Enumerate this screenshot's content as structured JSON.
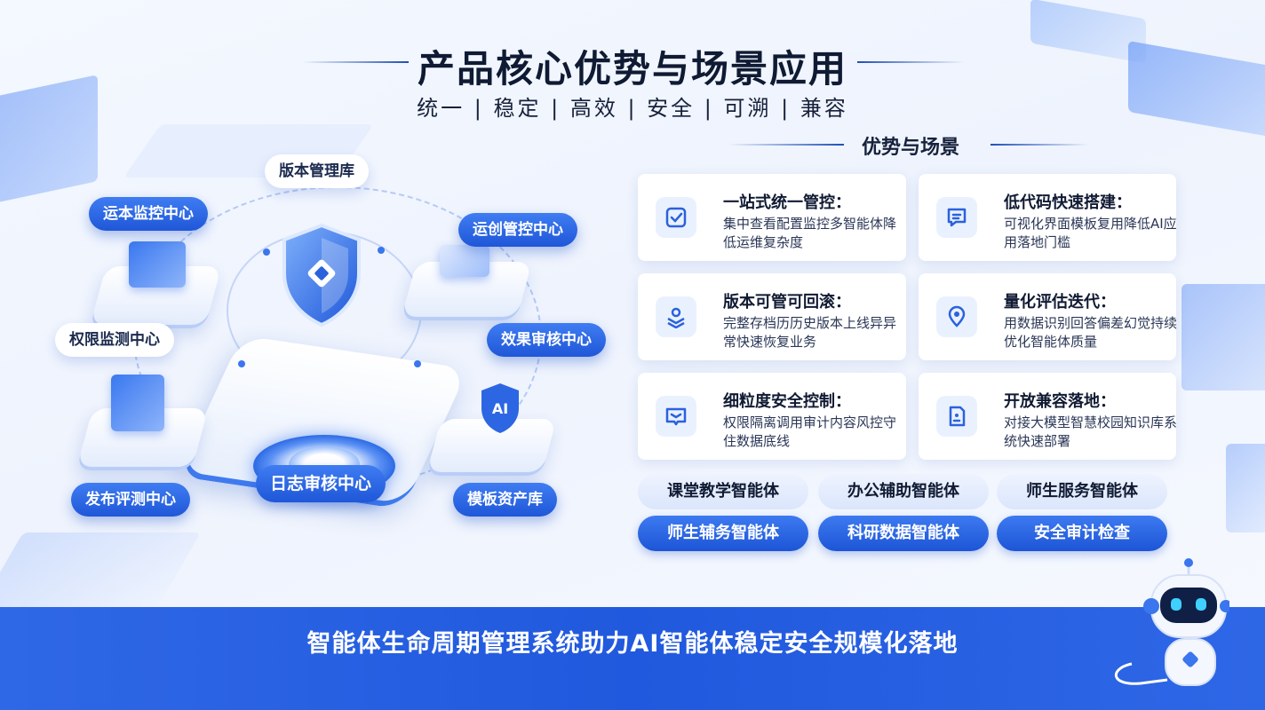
{
  "header": {
    "title": "产品核心优势与场景应用",
    "subtitle": "统一 | 稳定 | 高效 | 安全 | 可溯 | 兼容"
  },
  "diagram": {
    "nodes": [
      {
        "label": "版本管理库",
        "style": "light"
      },
      {
        "label": "运本监控中心",
        "style": "dark"
      },
      {
        "label": "运创管控中心",
        "style": "dark"
      },
      {
        "label": "权限监测中心",
        "style": "light"
      },
      {
        "label": "效果审核中心",
        "style": "dark"
      },
      {
        "label": "日志审核中心",
        "style": "dark"
      },
      {
        "label": "发布评测中心",
        "style": "dark"
      },
      {
        "label": "模板资产库",
        "style": "dark"
      }
    ],
    "ai_badge": "AI"
  },
  "advantages": {
    "label": "优势与场景",
    "cards": [
      {
        "icon": "checklist-icon",
        "title": "一站式统一管控：",
        "desc": "集中查看配置监控多智能体降低运维复杂度"
      },
      {
        "icon": "document-lines-icon",
        "title": "低代码快速搭建：",
        "desc": "可视化界面模板复用降低AI应用落地门槛"
      },
      {
        "icon": "location-stack-icon",
        "title": "版本可管可回滚：",
        "desc": "完整存档历历史版本上线异异常快速恢复业务"
      },
      {
        "icon": "map-pin-icon",
        "title": "量化评估迭代：",
        "desc": "用数据识别回答偏差幻觉持续优化智能体质量"
      },
      {
        "icon": "shield-message-icon",
        "title": "细粒度安全控制：",
        "desc": "权限隔离调用审计内容风控守住数据底线"
      },
      {
        "icon": "id-card-icon",
        "title": "开放兼容落地：",
        "desc": "对接大模型智慧校园知识库系统快速部署"
      }
    ]
  },
  "scenarios": [
    {
      "label": "课堂教学智能体",
      "style": "light"
    },
    {
      "label": "办公辅助智能体",
      "style": "light"
    },
    {
      "label": "师生服务智能体",
      "style": "light"
    },
    {
      "label": "师生辅务智能体",
      "style": "dark"
    },
    {
      "label": "科研数据智能体",
      "style": "dark"
    },
    {
      "label": "安全审计检查",
      "style": "dark"
    }
  ],
  "footer": {
    "text": "智能体生命周期管理系统助力AI智能体稳定安全规模化落地"
  },
  "colors": {
    "primary": "#2159de",
    "primary_light": "#3f7cf2",
    "card_bg": "#ffffff",
    "icon_bg": "#eaf1fe"
  }
}
